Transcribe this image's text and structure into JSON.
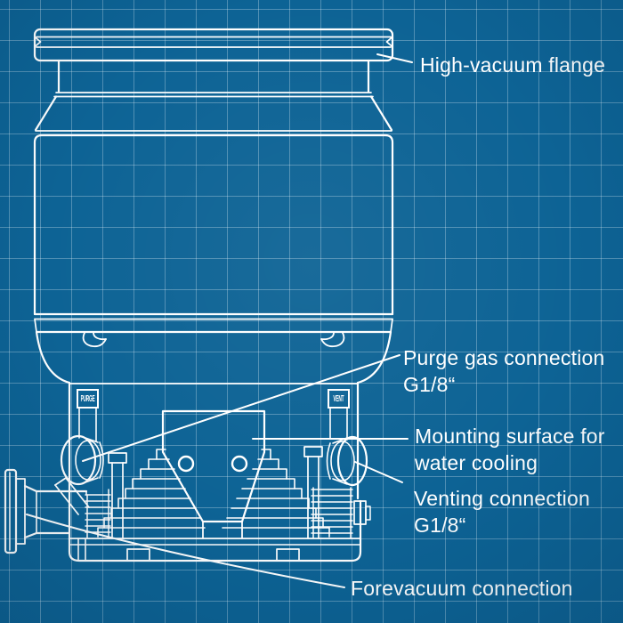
{
  "labels": {
    "high_vacuum": {
      "line1": "High-vacuum flange"
    },
    "purge": {
      "line1": "Purge gas connection",
      "line2": "G1/8“"
    },
    "mounting": {
      "line1": "Mounting surface for",
      "line2": "water cooling"
    },
    "venting": {
      "line1": "Venting connection",
      "line2": "G1/8“"
    },
    "forevacuum": {
      "line1": "Forevacuum connection"
    }
  },
  "port_tags": {
    "purge": "PURGE",
    "vent": "VENT"
  },
  "colors": {
    "background": "#0d6395",
    "grid_line": "#cfe3f0",
    "drawing_line": "#ffffff",
    "label_text": "#ffffff"
  }
}
